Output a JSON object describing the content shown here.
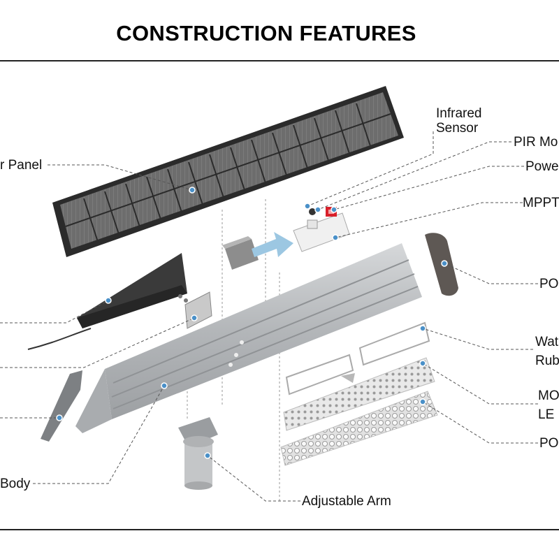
{
  "title": "CONSTRUCTION FEATURES",
  "labels": {
    "solar_panel": "r Panel",
    "infrared_sensor_line1": "Infrared",
    "infrared_sensor_line2": "Sensor",
    "pir_module": "PIR Mo",
    "power": "Powe",
    "mppt": "MPPT",
    "pc_cover": "PO",
    "waterproof_line1": "Wat",
    "waterproof_line2": "Rub",
    "module_line1": "MO",
    "module_line2": "LE",
    "pc_lens": "PO",
    "body": "Body",
    "adjustable_arm": "Adjustable Arm"
  },
  "colors": {
    "panel_frame": "#2b2b2b",
    "panel_cell": "#6d6d6d",
    "battery": "#3a3a3a",
    "housing": "#b9bcbf",
    "arrow": "#9cc7e2",
    "leader_line": "#555555",
    "red_button": "#d8202a"
  }
}
